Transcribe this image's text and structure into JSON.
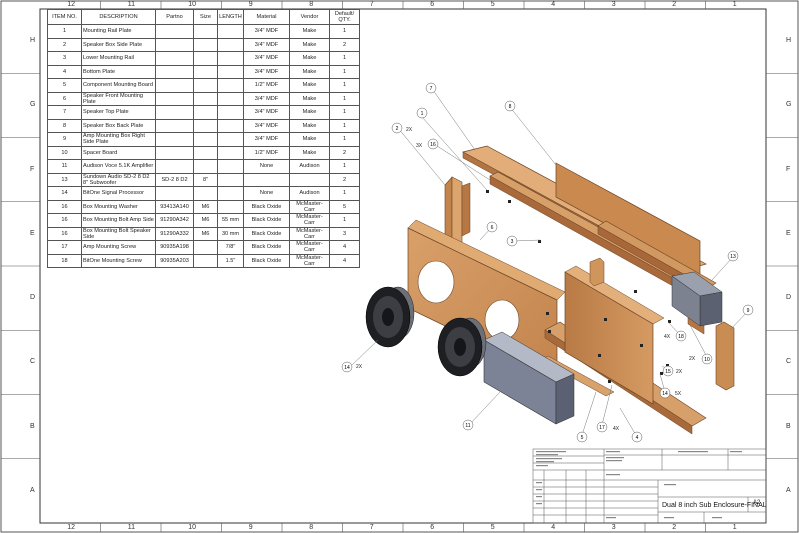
{
  "bom": {
    "headers": [
      "ITEM NO.",
      "DESCRIPTION",
      "Partno",
      "Size",
      "LENGTH",
      "Material",
      "Vendor",
      "Default/ QTY."
    ],
    "rows": [
      [
        "1",
        "Mounting Rail Plate",
        "",
        "",
        "",
        "3/4\" MDF",
        "Make",
        "1"
      ],
      [
        "2",
        "Speaker Box Side Plate",
        "",
        "",
        "",
        "3/4\" MDF",
        "Make",
        "2"
      ],
      [
        "3",
        "Lower Mounting Rail",
        "",
        "",
        "",
        "3/4\" MDF",
        "Make",
        "1"
      ],
      [
        "4",
        "Bottom Plate",
        "",
        "",
        "",
        "3/4\" MDF",
        "Make",
        "1"
      ],
      [
        "5",
        "Component Mounting Board",
        "",
        "",
        "",
        "1/2\" MDF",
        "Make",
        "1"
      ],
      [
        "6",
        "Speaker Front Mounting Plate",
        "",
        "",
        "",
        "3/4\" MDF",
        "Make",
        "1"
      ],
      [
        "7",
        "Speaker Top Plate",
        "",
        "",
        "",
        "3/4\" MDF",
        "Make",
        "1"
      ],
      [
        "8",
        "Speaker Box Back Plate",
        "",
        "",
        "",
        "3/4\" MDF",
        "Make",
        "1"
      ],
      [
        "9",
        "Amp Mounting Box Right Side Plate",
        "",
        "",
        "",
        "3/4\" MDF",
        "Make",
        "1"
      ],
      [
        "10",
        "Spacer Board",
        "",
        "",
        "",
        "1/2\" MDF",
        "Make",
        "2"
      ],
      [
        "11",
        "Audison Voce 5.1K Amplifier",
        "",
        "",
        "",
        "None",
        "Audison",
        "1"
      ],
      [
        "13",
        "Sundown Audio SD-2 8 D2 8\" Subwoofer",
        "SD-2 8 D2",
        "8\"",
        "",
        "",
        "",
        "2"
      ],
      [
        "14",
        "BitOne Signal Processor",
        "",
        "",
        "",
        "None",
        "Audison",
        "1"
      ],
      [
        "16",
        "Box Mounting Washer",
        "93413A140",
        "M6",
        "",
        "Black Oxide",
        "McMaster-Carr",
        "5"
      ],
      [
        "16",
        "Box Mounting Bolt Amp Side",
        "91290A342",
        "M6",
        "55 mm",
        "Black Oxide",
        "McMaster-Carr",
        "1"
      ],
      [
        "16",
        "Box Mounting Bolt Speaker Side",
        "91290A332",
        "M6",
        "30 mm",
        "Black Oxide",
        "McMaster-Carr",
        "3"
      ],
      [
        "17",
        "Amp Mounting Screw",
        "90935A198",
        "",
        "7/8\"",
        "Black Oxide",
        "McMaster-Carr",
        "4"
      ],
      [
        "18",
        "BitOne Mounting Screw",
        "90935A203",
        "",
        "1.5\"",
        "Black Oxide",
        "McMaster-Carr",
        "4"
      ]
    ]
  },
  "zones": {
    "cols": [
      "12",
      "11",
      "10",
      "9",
      "8",
      "7",
      "6",
      "5",
      "4",
      "3",
      "2",
      "1"
    ],
    "rows": [
      "H",
      "G",
      "F",
      "E",
      "D",
      "C",
      "B",
      "A"
    ]
  },
  "balloons": [
    {
      "label": "1"
    },
    {
      "label": "2"
    },
    {
      "label": "3"
    },
    {
      "label": "4"
    },
    {
      "label": "5"
    },
    {
      "label": "6"
    },
    {
      "label": "7"
    },
    {
      "label": "8"
    },
    {
      "label": "9"
    },
    {
      "label": "10"
    },
    {
      "label": "11"
    },
    {
      "label": "13"
    },
    {
      "label": "14"
    },
    {
      "label": "14"
    },
    {
      "label": "15"
    },
    {
      "label": "16"
    },
    {
      "label": "17"
    },
    {
      "label": "18"
    }
  ],
  "callouts": {
    "c2x_a": "2X",
    "c3x": "3X",
    "c2x_b": "2X",
    "c2x_c": "2X",
    "c4x_a": "4X",
    "c2x_d": "2X",
    "c5x": "5X",
    "c4x_b": "4X"
  },
  "title_block": {
    "title": "Dual 8 inch Sub Enclosure-FINAL",
    "size": "A2"
  }
}
